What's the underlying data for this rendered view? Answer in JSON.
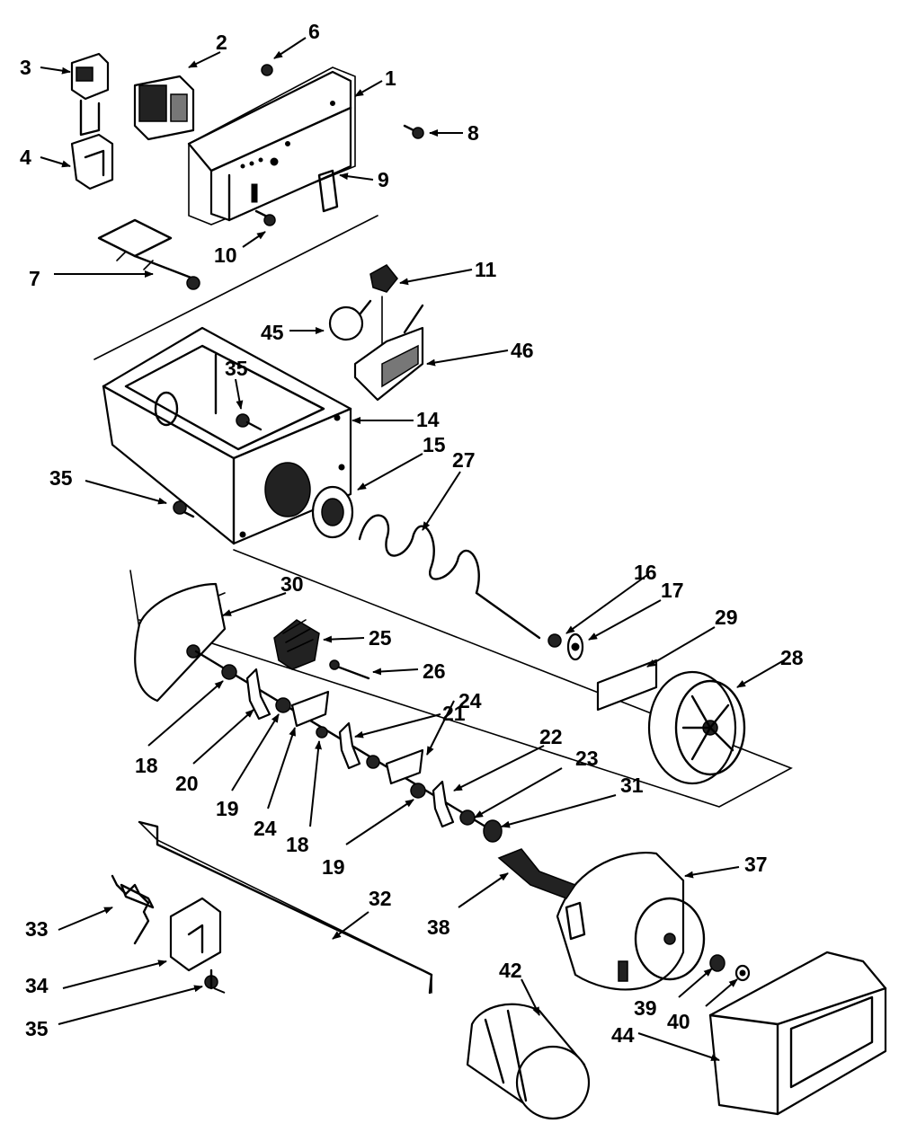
{
  "callouts": [
    "1",
    "2",
    "3",
    "4",
    "6",
    "7",
    "8",
    "9",
    "10",
    "11",
    "14",
    "15",
    "16",
    "17",
    "18",
    "19",
    "20",
    "21",
    "22",
    "23",
    "24",
    "25",
    "26",
    "27",
    "28",
    "29",
    "30",
    "31",
    "32",
    "33",
    "34",
    "35",
    "37",
    "38",
    "39",
    "40",
    "42",
    "44",
    "45",
    "46"
  ]
}
